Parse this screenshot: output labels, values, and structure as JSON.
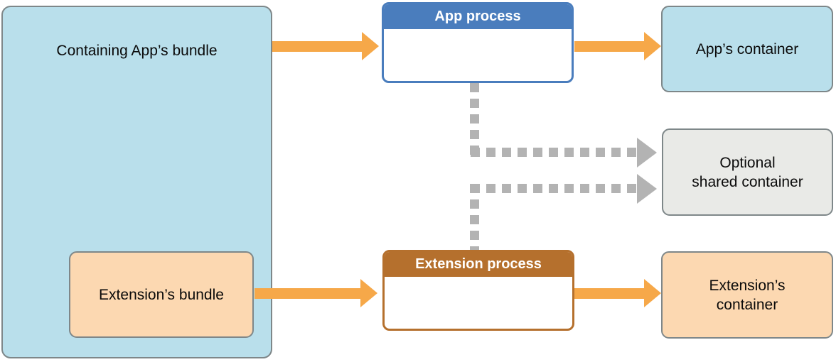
{
  "diagram": {
    "nodes": {
      "containing_bundle": {
        "label": "Containing App’s bundle"
      },
      "extension_bundle": {
        "label": "Extension’s bundle"
      },
      "app_process": {
        "title": "App process"
      },
      "extension_process": {
        "title": "Extension process"
      },
      "app_container": {
        "label": "App’s container"
      },
      "shared_container": {
        "line1": "Optional",
        "line2": "shared container"
      },
      "extension_container": {
        "line1": "Extension’s",
        "line2": "container"
      }
    },
    "edges": [
      {
        "from": "containing_bundle",
        "to": "app_process",
        "style": "solid-orange"
      },
      {
        "from": "app_process",
        "to": "app_container",
        "style": "solid-orange"
      },
      {
        "from": "extension_bundle",
        "to": "extension_process",
        "style": "solid-orange"
      },
      {
        "from": "extension_process",
        "to": "extension_container",
        "style": "solid-orange"
      },
      {
        "from": "app_process",
        "to": "shared_container",
        "style": "dashed-gray"
      },
      {
        "from": "extension_process",
        "to": "shared_container",
        "style": "dashed-gray"
      }
    ]
  },
  "colors": {
    "light_blue": "#b9dfeb",
    "peach": "#fcd8b1",
    "gray_box": "#e9eae7",
    "blue_header": "#4a7dbd",
    "brown_header": "#b5702d",
    "orange_arrow": "#f6a849",
    "gray_arrow": "#b3b3b3",
    "box_border": "#7e8789"
  }
}
